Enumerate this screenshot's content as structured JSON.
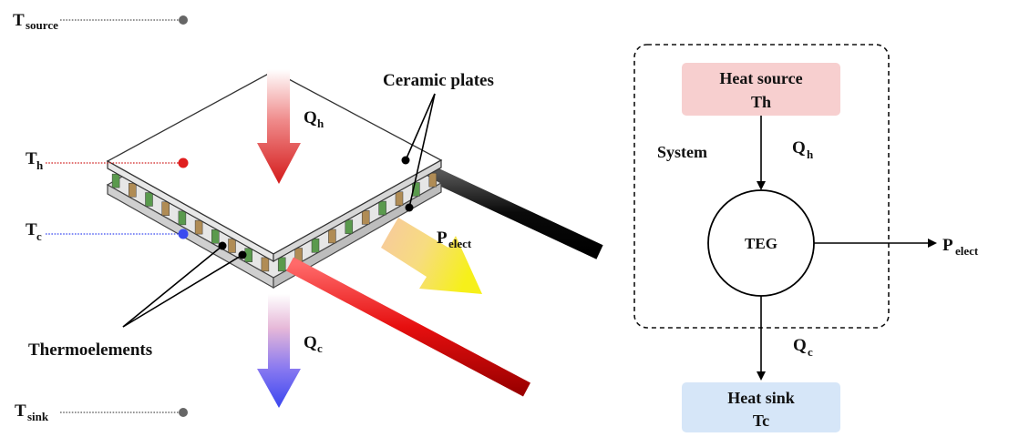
{
  "left_device": {
    "temperatures": {
      "source": {
        "main": "T",
        "sub": "source"
      },
      "hot": {
        "main": "T",
        "sub": "h"
      },
      "cold": {
        "main": "T",
        "sub": "c"
      },
      "sink": {
        "main": "T",
        "sub": "sink"
      }
    },
    "flows": {
      "heat_in": {
        "main": "Q",
        "sub": "h"
      },
      "heat_out": {
        "main": "Q",
        "sub": "c"
      },
      "power": {
        "main": "P",
        "sub": "elect"
      }
    },
    "callouts": {
      "ceramic": "Ceramic plates",
      "thermo": "Thermoelements"
    }
  },
  "right_diagram": {
    "heat_source": {
      "line1": "Heat source",
      "line2": "Th"
    },
    "heat_sink": {
      "line1": "Heat sink",
      "line2": "Tc"
    },
    "center": "TEG",
    "system_label": "System",
    "arrows": {
      "qh": {
        "main": "Q",
        "sub": "h"
      },
      "qc": {
        "main": "Q",
        "sub": "c"
      },
      "pelect": {
        "main": "P",
        "sub": "elect"
      }
    }
  },
  "colors": {
    "heat_source_fill": "#f7cfcf",
    "heat_sink_fill": "#d6e6f8",
    "hot_marker": "#e01e1e",
    "cold_marker": "#3a4bf0",
    "neutral_marker": "#666666",
    "red_wire": "#e00f0f",
    "black_wire": "#0a0a0a",
    "ceramic": "#eeeeee",
    "thermoelement_green": "#5a9a4d",
    "thermoelement_tan": "#b08c55"
  }
}
